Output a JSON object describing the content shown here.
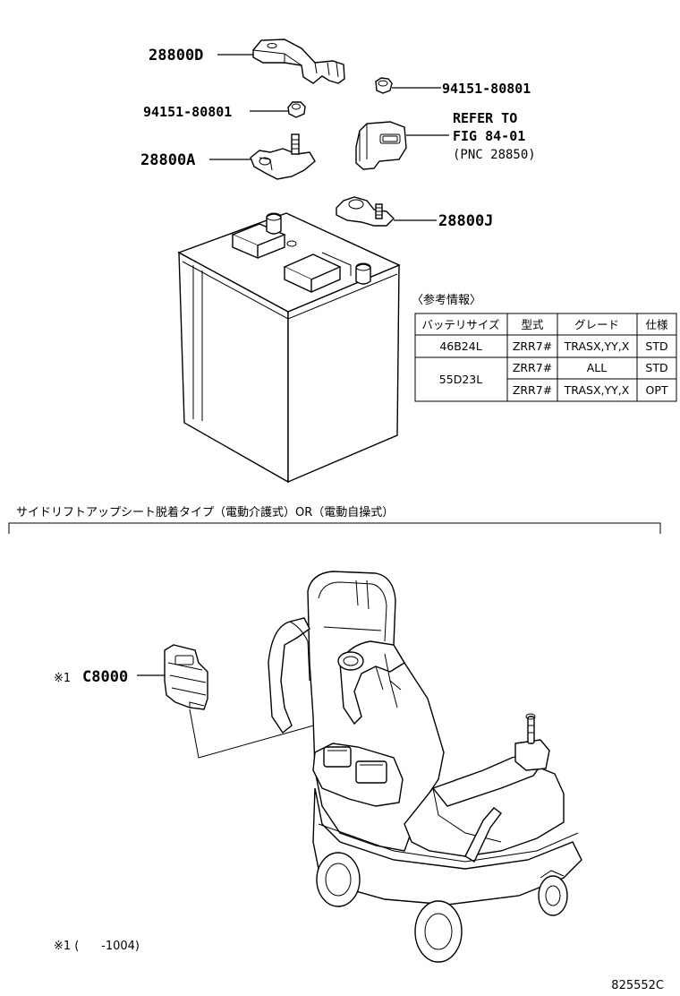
{
  "labels": {
    "p28800d": "28800D",
    "nut_right": "94151-80801",
    "nut_left": "94151-80801",
    "refer_line1": "REFER TO",
    "refer_line2": "FIG 84-01",
    "refer_line3": "(PNC 28850)",
    "p28800a": "28800A",
    "p28800j": "28800J",
    "c8000_mark": "※1",
    "c8000": "C8000"
  },
  "ref_info": {
    "title": "〈参考情報〉",
    "headers": [
      "バッテリサイズ",
      "型式",
      "グレード",
      "仕様"
    ],
    "rows": [
      {
        "size": "46B24L",
        "model": "ZRR7#",
        "grade": "TRASX,YY,X",
        "spec": "STD"
      },
      {
        "size": "55D23L",
        "model": "ZRR7#",
        "grade": "ALL",
        "spec": "STD"
      },
      {
        "size": "",
        "model": "ZRR7#",
        "grade": "TRASX,YY,X",
        "spec": "OPT"
      }
    ]
  },
  "section_title": "サイドリフトアップシート脱着タイプ（電動介護式）OR（電動自操式）",
  "footnote": "※1 (      -1004)",
  "figure_id": "825552C"
}
